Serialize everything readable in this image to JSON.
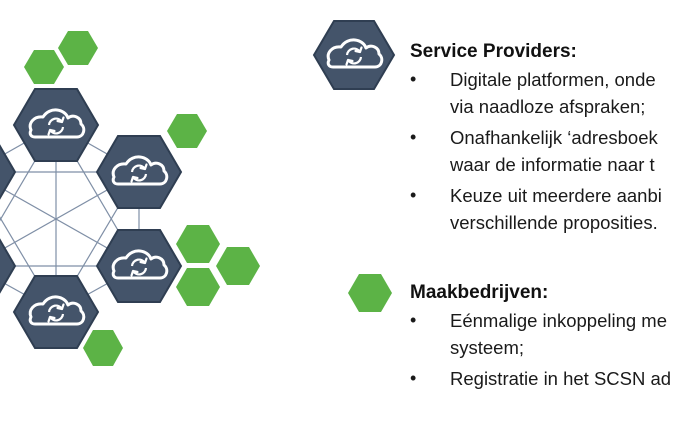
{
  "colors": {
    "node_fill": "#44546a",
    "node_stroke": "#2f3e52",
    "cloud_stroke": "#ffffff",
    "accent_green": "#5cb346",
    "mesh_line": "#7f8fa6"
  },
  "icons": {
    "network_node": "cloud-sync-icon",
    "manufacturer": "green-hexagon-icon"
  },
  "legend": {
    "service_providers": {
      "heading": "Service Providers:",
      "items": [
        {
          "line1": "Digitale platformen, onde",
          "line2": "via naadloze afspraken;"
        },
        {
          "line1": "Onafhankelijk ‘adresboek",
          "line2": "waar de informatie naar t"
        },
        {
          "line1": "Keuze uit meerdere aanbi",
          "line2": "verschillende proposities."
        }
      ]
    },
    "manufacturers": {
      "heading": "Maakbedrijven:",
      "items": [
        {
          "line1": "Eénmalige inkoppeling me",
          "line2": "systeem;"
        },
        {
          "line1": "Registratie in het SCSN ad"
        }
      ]
    }
  }
}
